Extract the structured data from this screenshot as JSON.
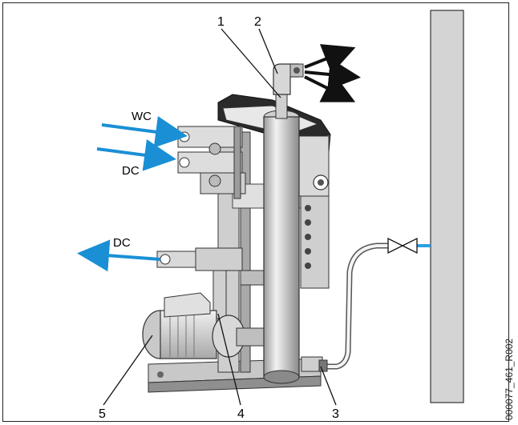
{
  "labels": {
    "callouts": [
      "1",
      "2",
      "3",
      "4",
      "5"
    ],
    "flows": {
      "wc_in": "WC",
      "dc_in": "DC",
      "dc_out": "DC"
    }
  },
  "reference_code": "000077_461_R002",
  "colors": {
    "flow_arrow": "#1a8fd6",
    "exhaust_arrow": "#111111",
    "wall": "#d4d4d4",
    "machine_light": "#e3e3e3",
    "machine_mid": "#bdbdbd",
    "machine_dark": "#6f6f6f",
    "pipe": "#2aa0e0"
  },
  "icons": [
    "valve-icon",
    "pump-icon",
    "exhaust-arrows-icon"
  ]
}
